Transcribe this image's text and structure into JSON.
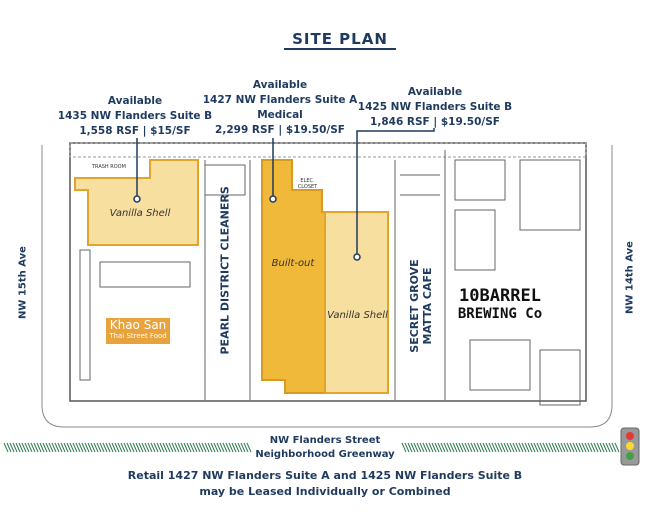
{
  "title": "SITE PLAN",
  "callouts": [
    {
      "status": "Available",
      "address": "1435 NW Flanders Suite B",
      "details": "1,558 RSF | $15/SF"
    },
    {
      "status": "Available",
      "address": "1427 NW Flanders Suite A",
      "use": "Medical",
      "details": "2,299 RSF | $19.50/SF"
    },
    {
      "status": "Available",
      "address": "1425 NW Flanders Suite B",
      "details": "1,846 RSF | $19.50/SF"
    }
  ],
  "spaces": {
    "suite_1435_label": "Vanilla Shell",
    "suite_1427_label": "Built-out",
    "suite_1425_label": "Vanilla Shell",
    "trash_room": "TRASH ROOM",
    "elec_closet": "ELEC. CLOSET"
  },
  "tenants": {
    "cleaners": "PEARL DISTRICT CLEANERS",
    "cafe": "SECRET GROVE MATTA CAFE",
    "khao_san_name": "Khao San",
    "khao_san_tagline": "Thai Street Food",
    "barrel_line1": "10BARREL",
    "barrel_line2": "BREWING Co"
  },
  "streets": {
    "west": "NW 15th Ave",
    "east": "NW 14th Ave",
    "south_line1": "NW Flanders Street",
    "south_line2": "Neighborhood Greenway"
  },
  "footer": {
    "line1": "Retail 1427 NW Flanders Suite A and 1425 NW Flanders Suite B",
    "line2": "may be Leased Individually or Combined"
  },
  "colors": {
    "navy": "#1f3a5f",
    "shell": "#f7dfa0",
    "builtout": "#f0b93a",
    "outline": "#e0a52a",
    "greenway": "#2e7d4f"
  }
}
